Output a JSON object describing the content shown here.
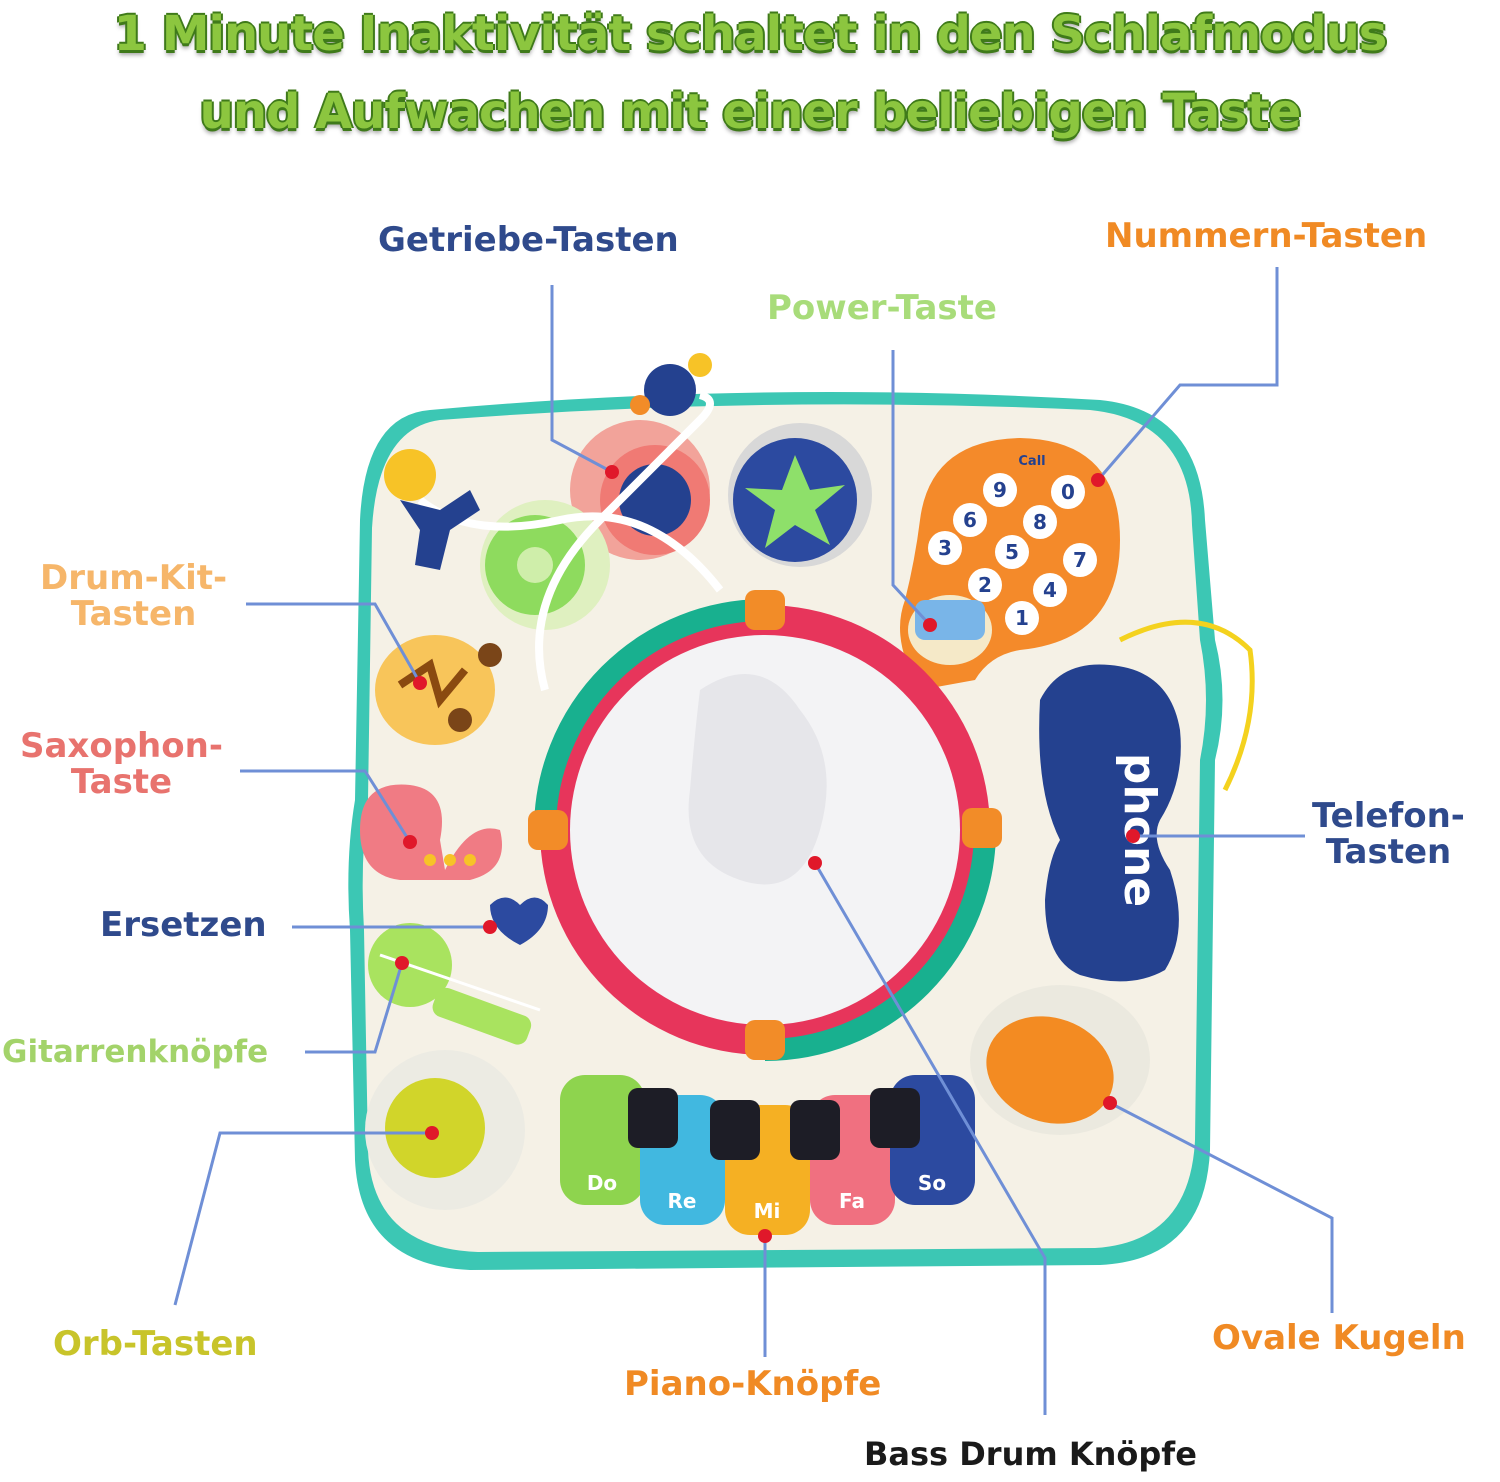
{
  "headline": {
    "line1": "1 Minute Inaktivität schaltet in den Schlafmodus",
    "line2": "und Aufwachen mit einer beliebigen Taste"
  },
  "labels": {
    "getriebe": "Getriebe-Tasten",
    "nummern": "Nummern-Tasten",
    "power": "Power-Taste",
    "drumkit1": "Drum-Kit-",
    "drumkit2": "Tasten",
    "saxophon1": "Saxophon-",
    "saxophon2": "Taste",
    "telefon1": "Telefon-",
    "telefon2": "Tasten",
    "ersetzen": "Ersetzen",
    "gitarre": "Gitarrenknöpfe",
    "orb": "Orb-Tasten",
    "oval": "Ovale Kugeln",
    "piano": "Piano-Knöpfe",
    "bass": "Bass Drum Knöpfe"
  },
  "toy": {
    "phone_text": "phone",
    "piano_keys": [
      "Do",
      "Re",
      "Mi",
      "Fa",
      "So"
    ],
    "keypad_digits": [
      "0",
      "9",
      "8",
      "7",
      "6",
      "5",
      "4",
      "3",
      "2",
      "1"
    ],
    "call_label": "Call"
  },
  "colors": {
    "headline_fill": "#8cc63f",
    "label_blue": "#2f4a8c",
    "label_orange": "#f08a24",
    "label_lightgreen": "#a8dc7a",
    "label_peach": "#f6b66a",
    "label_coral": "#e8736e",
    "label_green": "#a3d36a",
    "label_olive": "#c8c42a",
    "label_dark": "#1a1a1a",
    "leader_line": "#6f8fd6",
    "marker": "#e0182a"
  }
}
